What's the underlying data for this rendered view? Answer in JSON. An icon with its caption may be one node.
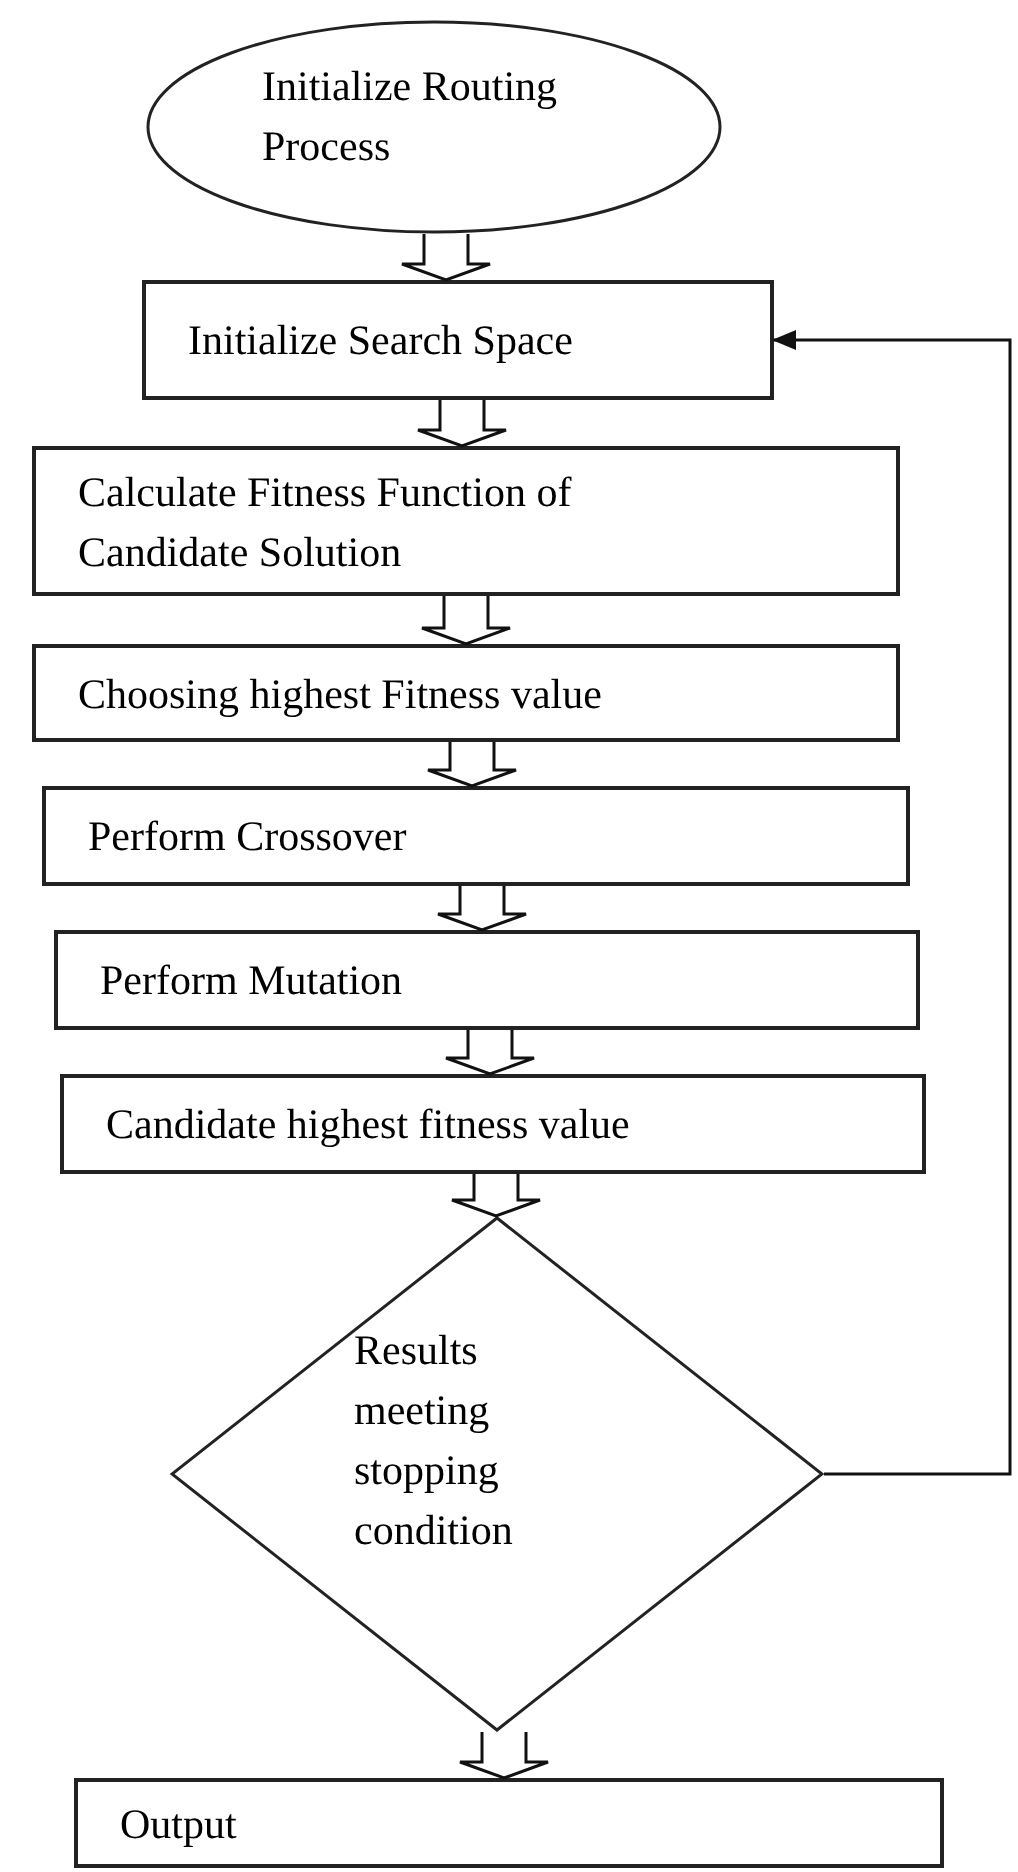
{
  "diagram": {
    "nodes": [
      {
        "text": [
          "Initialize Routing Process"
        ]
      },
      {
        "text": [
          "Initialize Search Space"
        ]
      },
      {
        "text": [
          "Calculate Fitness Function of Candidate Solution"
        ]
      },
      {
        "text": [
          "Choosing highest Fitness value"
        ]
      },
      {
        "text": [
          "Perform Crossover"
        ]
      },
      {
        "text": [
          "Perform Mutation"
        ]
      },
      {
        "text": [
          "Candidate highest fitness value"
        ]
      },
      {
        "text": [
          "Results meeting stopping condition"
        ]
      },
      {
        "text": [
          "Output"
        ]
      }
    ],
    "edges": [
      {
        "from": 0,
        "to": 1,
        "arrow": "to",
        "style": "thick"
      },
      {
        "from": 1,
        "to": 2,
        "arrow": "to",
        "style": "thick"
      },
      {
        "from": 2,
        "to": 3,
        "arrow": "to",
        "style": "thick"
      },
      {
        "from": 3,
        "to": 4,
        "arrow": "to",
        "style": "thick"
      },
      {
        "from": 4,
        "to": 5,
        "arrow": "to",
        "style": "thick"
      },
      {
        "from": 5,
        "to": 6,
        "arrow": "to",
        "style": "thick"
      },
      {
        "from": 6,
        "to": 7,
        "arrow": "to",
        "style": "thick"
      },
      {
        "from": 7,
        "to": 8,
        "arrow": "to",
        "style": "thick"
      },
      {
        "from": 7,
        "to": 1,
        "arrow": "to"
      }
    ]
  }
}
